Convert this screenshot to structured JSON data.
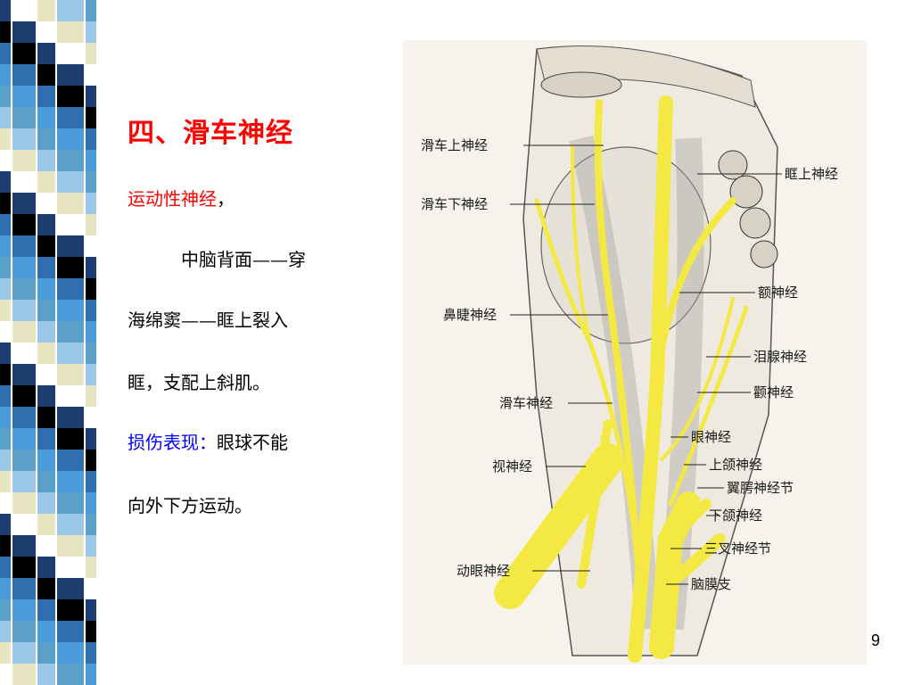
{
  "slide": {
    "title": "四、滑车神经",
    "line1_highlight": "运动性神经",
    "line1_rest": "，",
    "line2": "中脑背面——穿",
    "line3": "海绵窦——眶上裂入",
    "line4": "眶，支配上斜肌。",
    "line5_highlight": "损伤表现：",
    "line5_rest": "眼球不能",
    "line6": "向外下方运动。",
    "page_number": "9"
  },
  "figure": {
    "labels": {
      "supratrochlear": "滑车上神经",
      "infratrochlear": "滑车下神经",
      "nasociliary": "鼻睫神经",
      "trochlear": "滑车神经",
      "optic": "视神经",
      "oculomotor": "动眼神经",
      "supraorbital": "眶上神经",
      "frontal": "额神经",
      "lacrimal": "泪腺神经",
      "zygomatic": "颧神经",
      "ophthalmic": "眼神经",
      "maxillary": "上颌神经",
      "pterygopalatine": "翼腭神经节",
      "mandibular": "下颌神经",
      "trigeminal_ganglion": "三叉神经节",
      "meningeal_branch": "脑膜支"
    }
  },
  "colors": {
    "title_red": "#ff0000",
    "highlight_blue": "#0000ff",
    "nerve_yellow": "#f4e842"
  }
}
